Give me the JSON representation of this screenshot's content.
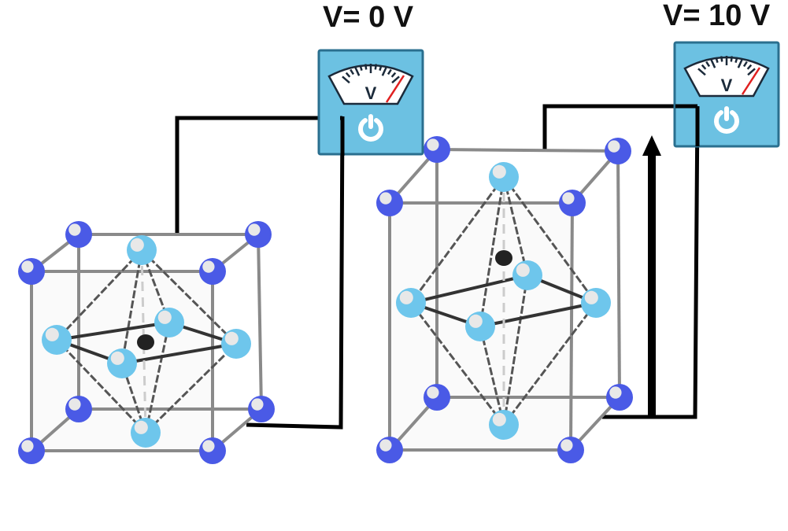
{
  "labels": {
    "left_voltage": "V= 0 V",
    "right_voltage": "V= 10 V"
  },
  "meter": {
    "unit_symbol": "V",
    "icon": "power-icon"
  },
  "colors": {
    "corner_atom": "#4a5ae6",
    "face_atom": "#6ec6ec",
    "center_atom": "#222222",
    "meter_body": "#6cc1e2",
    "wire": "#000000",
    "needle": "#e02020"
  }
}
